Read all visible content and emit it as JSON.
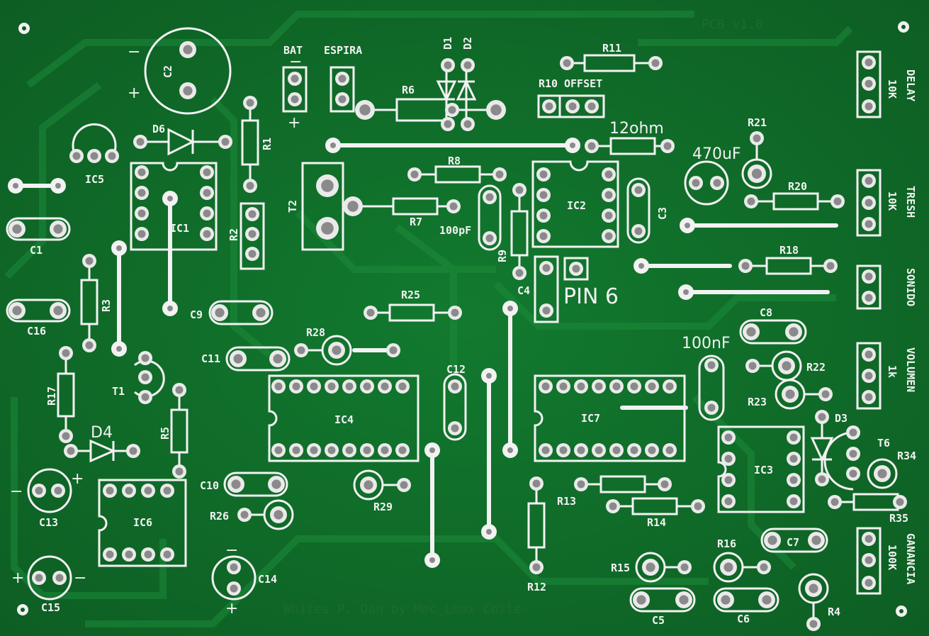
{
  "board": {
    "corner_text": "PCB v1.0",
    "footer_text": "Whites P. Dan by Mec_Lmax Chile",
    "colors": {
      "board": "#106b2a",
      "copper_shadow": "#1a5e2c",
      "silkscreen": "#f2f2f2",
      "hole": "#8a8a8a"
    }
  },
  "labels": {
    "bat": "BAT",
    "espira": "ESPIRA",
    "d1": "D1",
    "d2": "D2",
    "r11": "R11",
    "r10": "R10",
    "offset": "OFFSET",
    "r6": "R6",
    "c2": "C2",
    "minus": "−",
    "plus": "+",
    "d6": "D6",
    "r1": "R1",
    "ic5": "IC5",
    "ic1": "IC1",
    "r2": "R2",
    "t2": "T2",
    "r7": "R7",
    "r8": "R8",
    "cap100pf": "100pF",
    "r9": "R9",
    "ic2": "IC2",
    "c3": "C3",
    "c4": "C4",
    "pin6": "PIN 6",
    "ohm12": "12ohm",
    "r21": "R21",
    "uf470": "470uF",
    "r20": "R20",
    "r18": "R18",
    "c1": "C1",
    "c16": "C16",
    "r3": "R3",
    "c9": "C9",
    "r25": "R25",
    "r28": "R28",
    "c11": "C11",
    "r17": "R17",
    "t1": "T1",
    "d4": "D4",
    "r5": "R5",
    "ic4": "IC4",
    "c12": "C12",
    "ic7": "IC7",
    "nf100": "100nF",
    "c8": "C8",
    "r22": "R22",
    "r23": "R23",
    "d3": "D3",
    "t6": "T6",
    "r34": "R34",
    "ic3": "IC3",
    "r35": "R35",
    "c13": "C13",
    "ic6": "IC6",
    "c10": "C10",
    "r26": "R26",
    "r29": "R29",
    "r13": "R13",
    "r14": "R14",
    "r12": "R12",
    "c14": "C14",
    "c15": "C15",
    "r15": "R15",
    "c5": "C5",
    "r16": "R16",
    "c6": "C6",
    "c7": "C7",
    "r4": "R4",
    "delay": "DELAY",
    "delay_val": "10K",
    "tresh": "TRESH",
    "tresh_val": "10K",
    "sonido": "SONIDO",
    "volumen": "VOLUMEN",
    "volumen_val": "1k",
    "ganancia": "GANANCIA",
    "ganancia_val": "100K"
  }
}
